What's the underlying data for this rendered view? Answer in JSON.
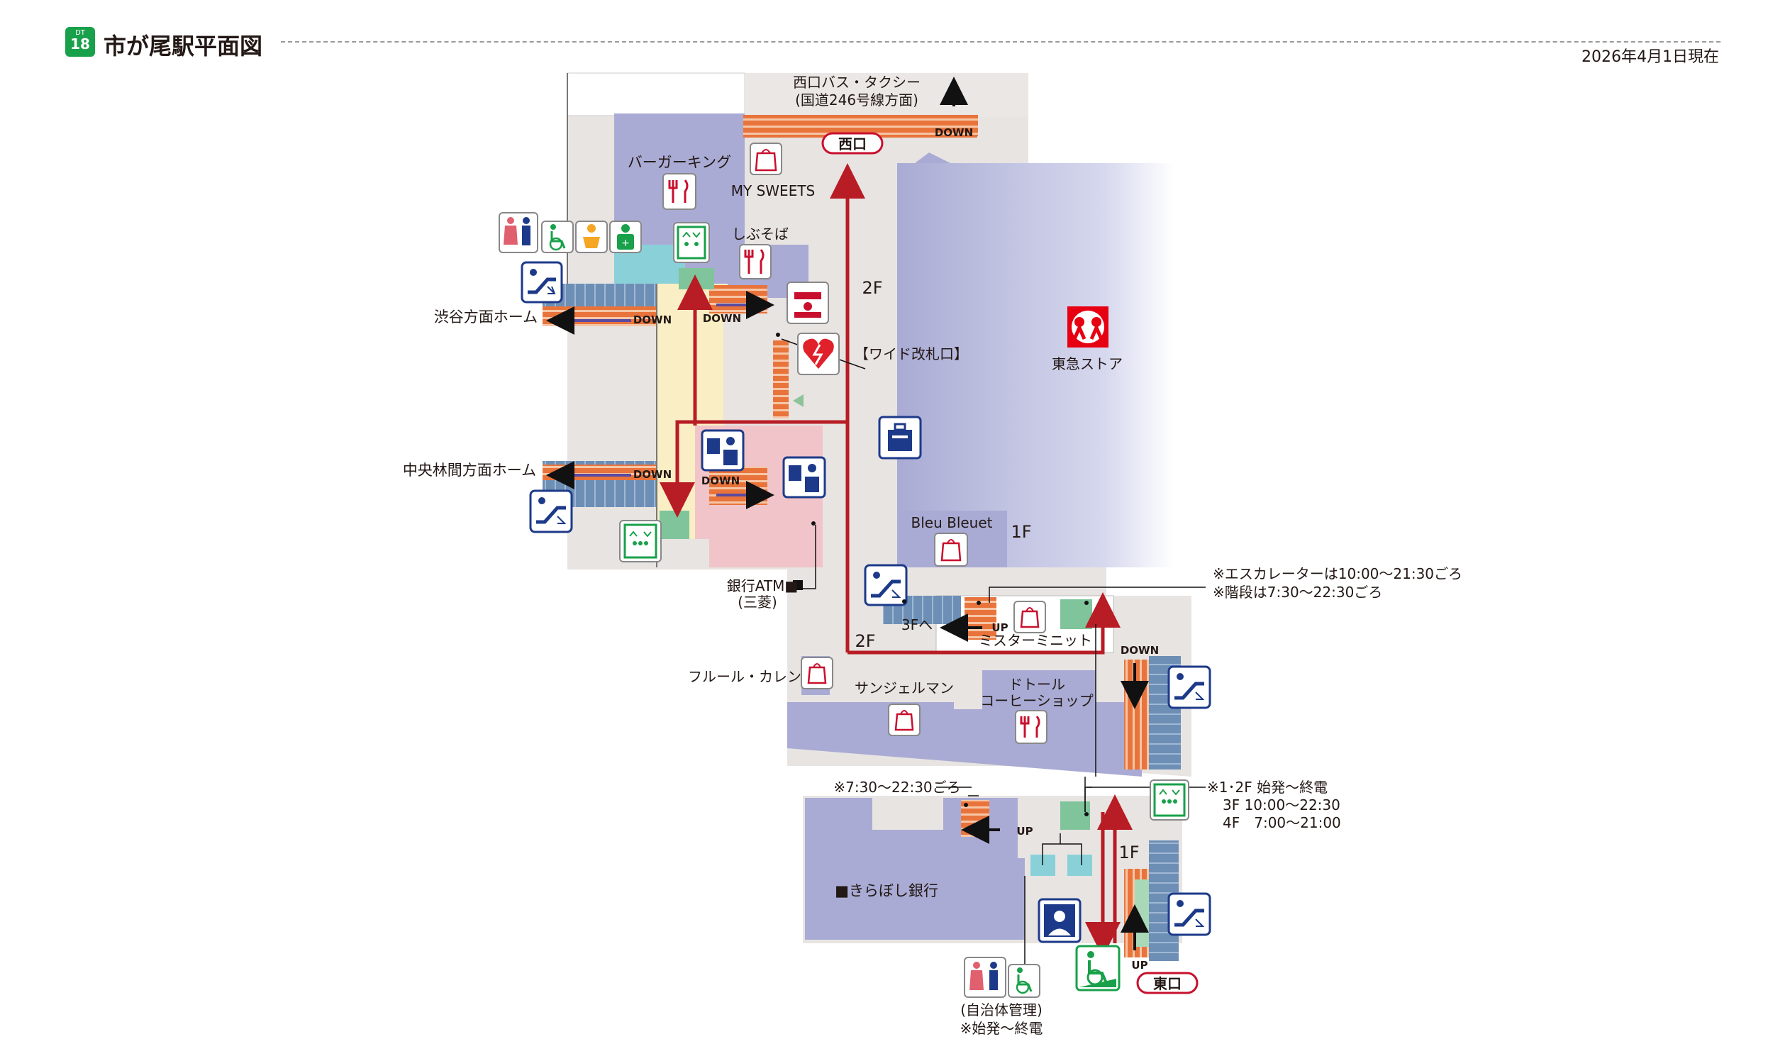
{
  "header": {
    "line_badge_top": "DT",
    "line_badge_num": "18",
    "title": "市が尾駅平面図",
    "date": "2026年4月1日現在"
  },
  "map": {
    "west_exit_dest": "西口バス・タクシー",
    "west_exit_dest_sub": "(国道246号線方面)",
    "west_exit": "西口",
    "east_exit": "東口",
    "down": "DOWN",
    "up": "UP",
    "floor_2f": "2F",
    "floor_1f": "1F",
    "burger_king": "バーガーキング",
    "my_sweets": "MY SWEETS",
    "shibusoba": "しぶそば",
    "shibuya_platform": "渋谷方面ホーム",
    "chuorinkan_platform": "中央林間方面ホーム",
    "wide_gate": "【ワイド改札口】",
    "tokyu_store": "東急ストア",
    "bleu_bleuet": "Bleu Bleuet",
    "bank_atm": "銀行ATM■",
    "bank_atm_sub": "(三菱)",
    "escalator_note": "※エスカレーターは10:00～21:30ごろ",
    "stairs_note": "※階段は7:30～22:30ごろ",
    "to_3f": "3Fへ",
    "mister_minit": "ミスターミニット",
    "fleur_calen": "フルール・カレン",
    "saint_germain": "サンジェルマン",
    "doutor": "ドトール",
    "doutor_sub": "コーヒーショップ",
    "stairs_hours": "※7:30～22:30ごろ",
    "elevator_note_1": "※1･2F 始発～終電",
    "elevator_note_2": "3F 10:00～22:30",
    "elevator_note_3": "4F　7:00～21:00",
    "kiraboshi": "■きらぼし銀行",
    "toilet_note_1": "(自治体管理)",
    "toilet_note_2": "※始発～終電"
  },
  "colors": {
    "line_badge": "#19a04a",
    "shop_area": "#a9abd4",
    "concourse": "#e8e4e2",
    "gate_area": "#faeec4",
    "pink_area": "#f0c4c8",
    "platform_blue": "#6d8fb5",
    "stairs_orange": "#e8743c",
    "route_red": "#b81c24",
    "exit_red": "#c8102e",
    "elevator_green": "#19a04a",
    "icon_navy": "#1d3a8a",
    "store_red": "#e60012"
  },
  "icons": [
    "toilet-icon",
    "wheelchair-icon",
    "baby-icon",
    "ostomate-icon",
    "elevator-icon",
    "escalator-icon",
    "restaurant-icon",
    "shop-icon",
    "aed-icon",
    "ticket-machine-icon",
    "locker-icon",
    "station-staff-icon",
    "tokyu-store-logo"
  ]
}
